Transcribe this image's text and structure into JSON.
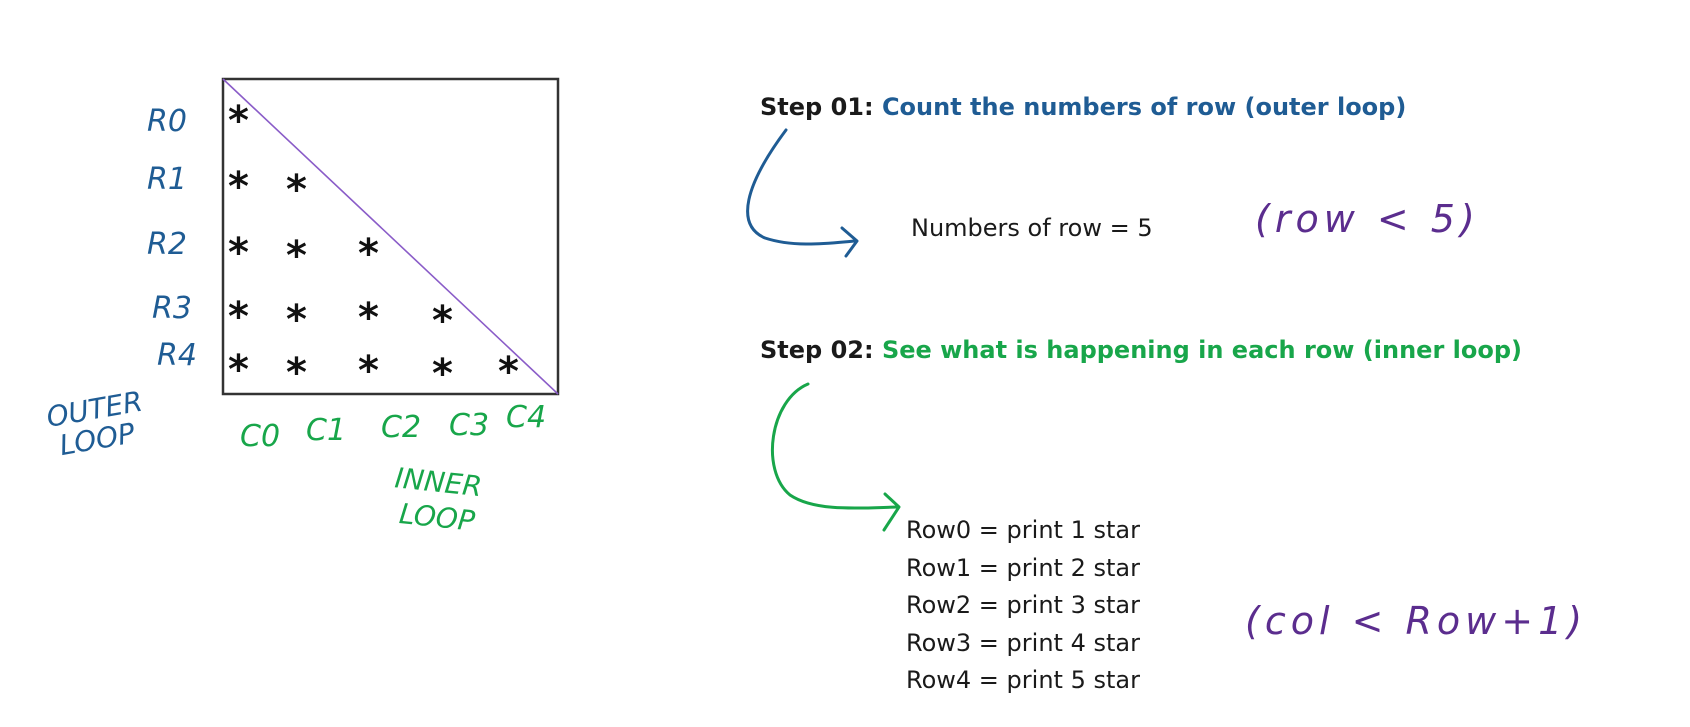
{
  "diagram": {
    "row_labels": [
      "R0",
      "R1",
      "R2",
      "R3",
      "R4"
    ],
    "col_labels": [
      "C0",
      "C1",
      "C2",
      "C3",
      "C4"
    ],
    "outer_loop_label": [
      "OUTER",
      "LOOP"
    ],
    "inner_loop_label": [
      "INNER",
      "LOOP"
    ],
    "star": "*",
    "stars_per_row": [
      1,
      2,
      3,
      4,
      5
    ]
  },
  "step1": {
    "label": "Step 01:",
    "text": "Count the numbers of row (outer loop)",
    "result": "Numbers of row = 5",
    "condition": "(row < 5)"
  },
  "step2": {
    "label": "Step 02:",
    "text": "See what is happening in each row (inner loop)",
    "rows": [
      "Row0 = print 1 star",
      "Row1 = print 2 star",
      "Row2 = print 3 star",
      "Row3 = print 4 star",
      "Row4 = print 5 star"
    ],
    "condition": "(col < Row+1)"
  },
  "colors": {
    "blue": "#1f5c94",
    "green": "#18a64a",
    "purple": "#5b2d8e",
    "ink": "#1a1a1a",
    "diagonal": "#8a5cc8"
  }
}
